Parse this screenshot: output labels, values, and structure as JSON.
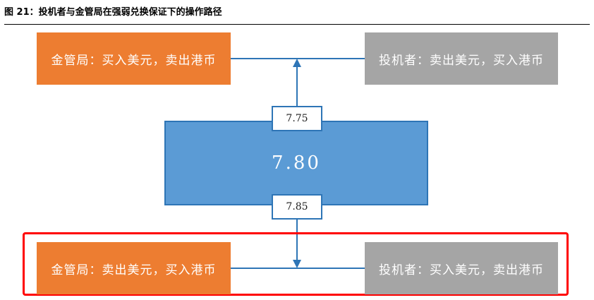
{
  "figure": {
    "title": "图 21：投机者与金管局在强弱兑换保证下的操作路径"
  },
  "top": {
    "left_label": "金管局：买入美元，卖出港币",
    "right_label": "投机者：卖出美元，买入港币"
  },
  "center": {
    "value": "7.80",
    "upper_bound": "7.75",
    "lower_bound": "7.85"
  },
  "bottom": {
    "left_label": "金管局：卖出美元，买入港币",
    "right_label": "投机者：买入美元，卖出港币"
  },
  "colors": {
    "orange": "#ED7D31",
    "gray": "#A5A5A5",
    "blue": "#5B9BD5",
    "line": "#2E75B6",
    "highlight": "#FF0000"
  }
}
